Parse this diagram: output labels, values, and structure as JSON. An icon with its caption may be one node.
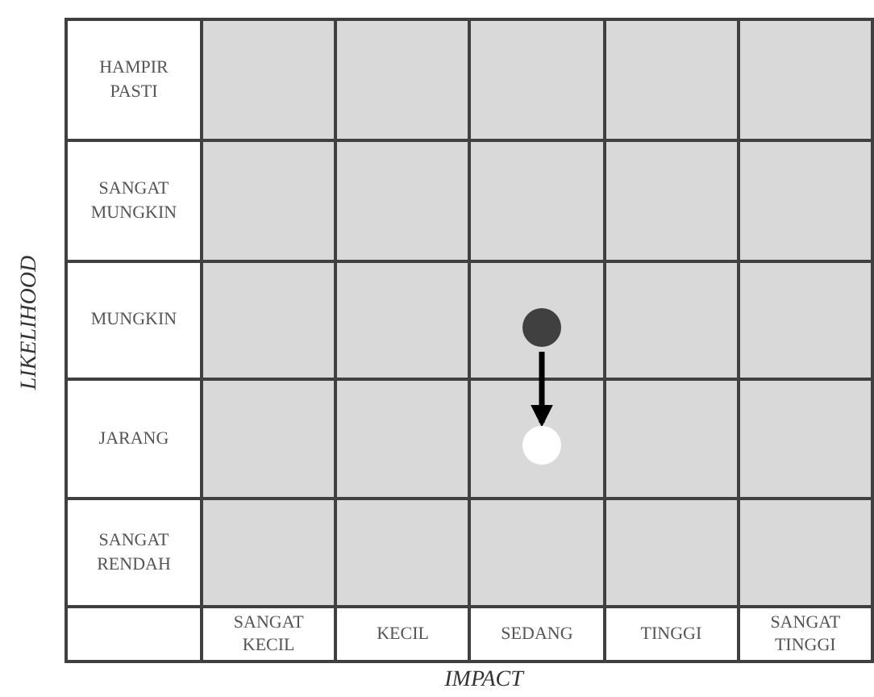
{
  "diagram": {
    "nodes": [
      {
        "text": [],
        "shape": "circle"
      },
      {
        "text": [],
        "shape": "circle"
      }
    ],
    "edges": [
      {
        "from": 0,
        "to": 1,
        "arrow": "to"
      }
    ],
    "labels": [
      "HAMPIR PASTI",
      "SANGAT MUNGKIN",
      "MUNGKIN",
      "JARANG",
      "SANGAT RENDAH",
      "SANGAT KECIL",
      "KECIL",
      "SEDANG",
      "TINGGI",
      "SANGAT TINGGI",
      "LIKELIHOOD",
      "IMPACT"
    ]
  }
}
